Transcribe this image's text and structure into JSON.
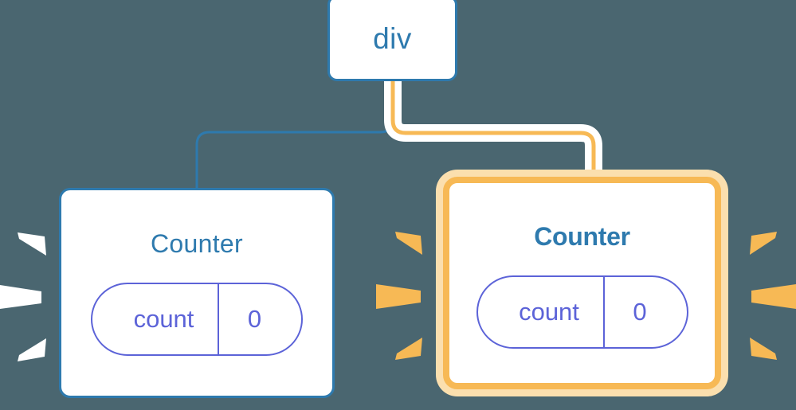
{
  "diagram": {
    "title_node": {
      "label": "div"
    },
    "nodes": [
      {
        "id": "counter-plain",
        "label": "Counter",
        "state_key": "count",
        "state_value": "0",
        "highlighted": false,
        "sparkle_color": "#ffffff"
      },
      {
        "id": "counter-highlight",
        "label": "Counter",
        "state_key": "count",
        "state_value": "0",
        "highlighted": true,
        "sparkle_color": "#f7b955"
      }
    ],
    "colors": {
      "background": "#4a6670",
      "node_fill": "#ffffff",
      "blue_stroke": "#2e7aae",
      "purple_stroke": "#5c63d8",
      "orange_stroke": "#f7b955",
      "orange_glow": "#fbdfae",
      "white_halo": "#ffffff"
    },
    "edges": [
      {
        "name": "div-to-counter-plain",
        "color": "#2e7aae",
        "highlighted": false
      },
      {
        "name": "div-to-counter-highlight",
        "color": "#f7b955",
        "highlighted": true
      }
    ]
  }
}
